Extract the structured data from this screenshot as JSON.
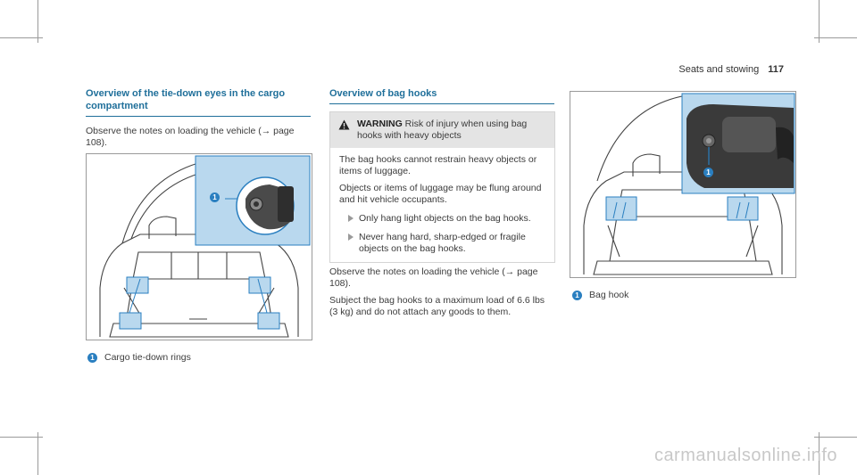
{
  "header": {
    "section": "Seats and stowing",
    "page_number": "117"
  },
  "left": {
    "heading": "Overview of the tie-down eyes in the cargo compartment",
    "paragraph": "Observe the notes on loading the vehicle (→ page 108).",
    "callout": "1",
    "legend_label": "Cargo tie-down rings"
  },
  "middle": {
    "heading": "Overview of bag hooks",
    "warning_title": "WARNING",
    "warning_text": "Risk of injury when using bag hooks with heavy objects",
    "body_p1": "The bag hooks cannot restrain heavy objects or items of luggage.",
    "body_p2": "Objects or items of luggage may be flung around and hit vehicle occupants.",
    "bullets": [
      "Only hang light objects on the bag hooks.",
      "Never hang hard, sharp-edged or fragile objects on the bag hooks."
    ],
    "paragraph1": "Observe the notes on loading the vehicle (→ page 108).",
    "paragraph2": "Subject the bag hooks to a maximum load of 6.6 lbs (3 kg) and do not attach any goods to them."
  },
  "right": {
    "callout": "1",
    "legend_label": "Bag hook"
  },
  "watermark": "carmanualsonline.info",
  "colors": {
    "heading": "#1f6f9a",
    "callout": "#2a7fc0",
    "highlight": "#b9d8ee",
    "warning_bg": "#e4e4e4"
  }
}
